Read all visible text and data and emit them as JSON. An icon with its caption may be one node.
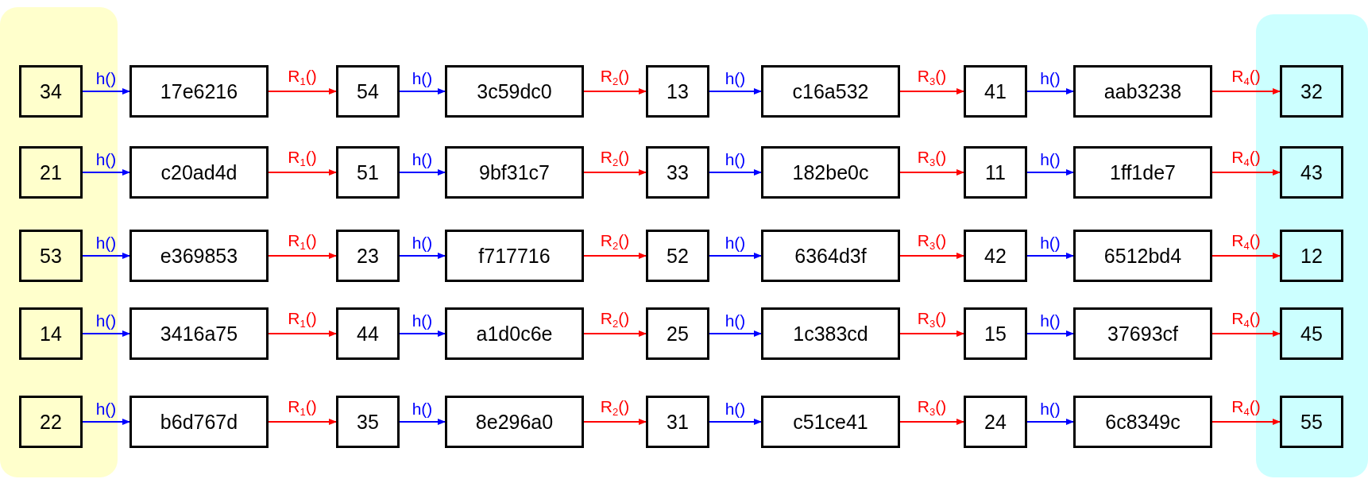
{
  "diagram": {
    "nodes": [
      {
        "text": [],
        "shape": "box"
      },
      {
        "text": [],
        "shape": "box"
      },
      {
        "text": [
          "34"
        ],
        "in": 0
      },
      {
        "text": [
          "17e6216"
        ]
      },
      {
        "text": [
          "54"
        ]
      },
      {
        "text": [
          "3c59dc0"
        ]
      },
      {
        "text": [
          "13"
        ]
      },
      {
        "text": [
          "c16a532"
        ]
      },
      {
        "text": [
          "41"
        ]
      },
      {
        "text": [
          "aab3238"
        ]
      },
      {
        "text": [
          "32"
        ],
        "in": 1
      },
      {
        "text": [
          "21"
        ],
        "in": 0
      },
      {
        "text": [
          "c20ad4d"
        ]
      },
      {
        "text": [
          "51"
        ]
      },
      {
        "text": [
          "9bf31c7"
        ]
      },
      {
        "text": [
          "33"
        ]
      },
      {
        "text": [
          "182be0c"
        ]
      },
      {
        "text": [
          "11"
        ]
      },
      {
        "text": [
          "1ff1de7"
        ]
      },
      {
        "text": [
          "43"
        ],
        "in": 1
      },
      {
        "text": [
          "53"
        ],
        "in": 0
      },
      {
        "text": [
          "e369853"
        ]
      },
      {
        "text": [
          "23"
        ]
      },
      {
        "text": [
          "f717716"
        ]
      },
      {
        "text": [
          "52"
        ]
      },
      {
        "text": [
          "6364d3f"
        ]
      },
      {
        "text": [
          "42"
        ]
      },
      {
        "text": [
          "6512bd4"
        ]
      },
      {
        "text": [
          "12"
        ],
        "in": 1
      },
      {
        "text": [
          "14"
        ],
        "in": 0
      },
      {
        "text": [
          "3416a75"
        ]
      },
      {
        "text": [
          "44"
        ]
      },
      {
        "text": [
          "a1d0c6e"
        ]
      },
      {
        "text": [
          "25"
        ]
      },
      {
        "text": [
          "1c383cd"
        ]
      },
      {
        "text": [
          "15"
        ]
      },
      {
        "text": [
          "37693cf"
        ]
      },
      {
        "text": [
          "45"
        ],
        "in": 1
      },
      {
        "text": [
          "22"
        ],
        "in": 0
      },
      {
        "text": [
          "b6d767d"
        ]
      },
      {
        "text": [
          "35"
        ]
      },
      {
        "text": [
          "8e296a0"
        ]
      },
      {
        "text": [
          "31"
        ]
      },
      {
        "text": [
          "c51ce41"
        ]
      },
      {
        "text": [
          "24"
        ]
      },
      {
        "text": [
          "6c8349c"
        ]
      },
      {
        "text": [
          "55"
        ],
        "in": 1
      }
    ],
    "edges": [
      {
        "from": 2,
        "to": 3,
        "arrow": "to",
        "label": "h()",
        "color": "#0000ff"
      },
      {
        "from": 3,
        "to": 4,
        "arrow": "to",
        "label": "R$_{1}$()",
        "color": "#ff0000"
      },
      {
        "from": 4,
        "to": 5,
        "arrow": "to",
        "label": "h()",
        "color": "#0000ff"
      },
      {
        "from": 5,
        "to": 6,
        "arrow": "to",
        "label": "R$_{2}$()",
        "color": "#ff0000"
      },
      {
        "from": 6,
        "to": 7,
        "arrow": "to",
        "label": "h()",
        "color": "#0000ff"
      },
      {
        "from": 7,
        "to": 8,
        "arrow": "to",
        "label": "R$_{3}$()",
        "color": "#ff0000"
      },
      {
        "from": 8,
        "to": 9,
        "arrow": "to",
        "label": "h()",
        "color": "#0000ff"
      },
      {
        "from": 9,
        "to": 10,
        "arrow": "to",
        "label": "R$_{4}$()",
        "color": "#ff0000"
      },
      {
        "from": 11,
        "to": 12,
        "arrow": "to",
        "label": "h()",
        "color": "#0000ff"
      },
      {
        "from": 12,
        "to": 13,
        "arrow": "to",
        "label": "R$_{1}$()",
        "color": "#ff0000"
      },
      {
        "from": 13,
        "to": 14,
        "arrow": "to",
        "label": "h()",
        "color": "#0000ff"
      },
      {
        "from": 14,
        "to": 15,
        "arrow": "to",
        "label": "R$_{2}$()",
        "color": "#ff0000"
      },
      {
        "from": 15,
        "to": 16,
        "arrow": "to",
        "label": "h()",
        "color": "#0000ff"
      },
      {
        "from": 16,
        "to": 17,
        "arrow": "to",
        "label": "R$_{3}$()",
        "color": "#ff0000"
      },
      {
        "from": 17,
        "to": 18,
        "arrow": "to",
        "label": "h()",
        "color": "#0000ff"
      },
      {
        "from": 18,
        "to": 19,
        "arrow": "to",
        "label": "R$_{4}$()",
        "color": "#ff0000"
      },
      {
        "from": 20,
        "to": 21,
        "arrow": "to",
        "label": "h()",
        "color": "#0000ff"
      },
      {
        "from": 21,
        "to": 22,
        "arrow": "to",
        "label": "R$_{1}$()",
        "color": "#ff0000"
      },
      {
        "from": 22,
        "to": 23,
        "arrow": "to",
        "label": "h()",
        "color": "#0000ff"
      },
      {
        "from": 23,
        "to": 24,
        "arrow": "to",
        "label": "R$_{2}$()",
        "color": "#ff0000"
      },
      {
        "from": 24,
        "to": 25,
        "arrow": "to",
        "label": "h()",
        "color": "#0000ff"
      },
      {
        "from": 25,
        "to": 26,
        "arrow": "to",
        "label": "R$_{3}$()",
        "color": "#ff0000"
      },
      {
        "from": 26,
        "to": 27,
        "arrow": "to",
        "label": "h()",
        "color": "#0000ff"
      },
      {
        "from": 27,
        "to": 28,
        "arrow": "to",
        "label": "R$_{4}$()",
        "color": "#ff0000"
      },
      {
        "from": 29,
        "to": 30,
        "arrow": "to",
        "label": "h()",
        "color": "#0000ff"
      },
      {
        "from": 30,
        "to": 31,
        "arrow": "to",
        "label": "R$_{1}$()",
        "color": "#ff0000"
      },
      {
        "from": 31,
        "to": 32,
        "arrow": "to",
        "label": "h()",
        "color": "#0000ff"
      },
      {
        "from": 32,
        "to": 33,
        "arrow": "to",
        "label": "R$_{2}$()",
        "color": "#ff0000"
      },
      {
        "from": 33,
        "to": 34,
        "arrow": "to",
        "label": "h()",
        "color": "#0000ff"
      },
      {
        "from": 34,
        "to": 35,
        "arrow": "to",
        "label": "R$_{3}$()",
        "color": "#ff0000"
      },
      {
        "from": 35,
        "to": 36,
        "arrow": "to",
        "label": "h()",
        "color": "#0000ff"
      },
      {
        "from": 36,
        "to": 37,
        "arrow": "to",
        "label": "R$_{4}$()",
        "color": "#ff0000"
      },
      {
        "from": 38,
        "to": 39,
        "arrow": "to",
        "label": "h()",
        "color": "#0000ff"
      },
      {
        "from": 39,
        "to": 40,
        "arrow": "to",
        "label": "R$_{1}$()",
        "color": "#ff0000"
      },
      {
        "from": 40,
        "to": 41,
        "arrow": "to",
        "label": "h()",
        "color": "#0000ff"
      },
      {
        "from": 41,
        "to": 42,
        "arrow": "to",
        "label": "R$_{2}$()",
        "color": "#ff0000"
      },
      {
        "from": 42,
        "to": 43,
        "arrow": "to",
        "label": "h()",
        "color": "#0000ff"
      },
      {
        "from": 43,
        "to": 44,
        "arrow": "to",
        "label": "R$_{3}$()",
        "color": "#ff0000"
      },
      {
        "from": 44,
        "to": 45,
        "arrow": "to",
        "label": "h()",
        "color": "#0000ff"
      },
      {
        "from": 45,
        "to": 46,
        "arrow": "to",
        "label": "R$_{4}$()",
        "color": "#ff0000"
      }
    ]
  }
}
